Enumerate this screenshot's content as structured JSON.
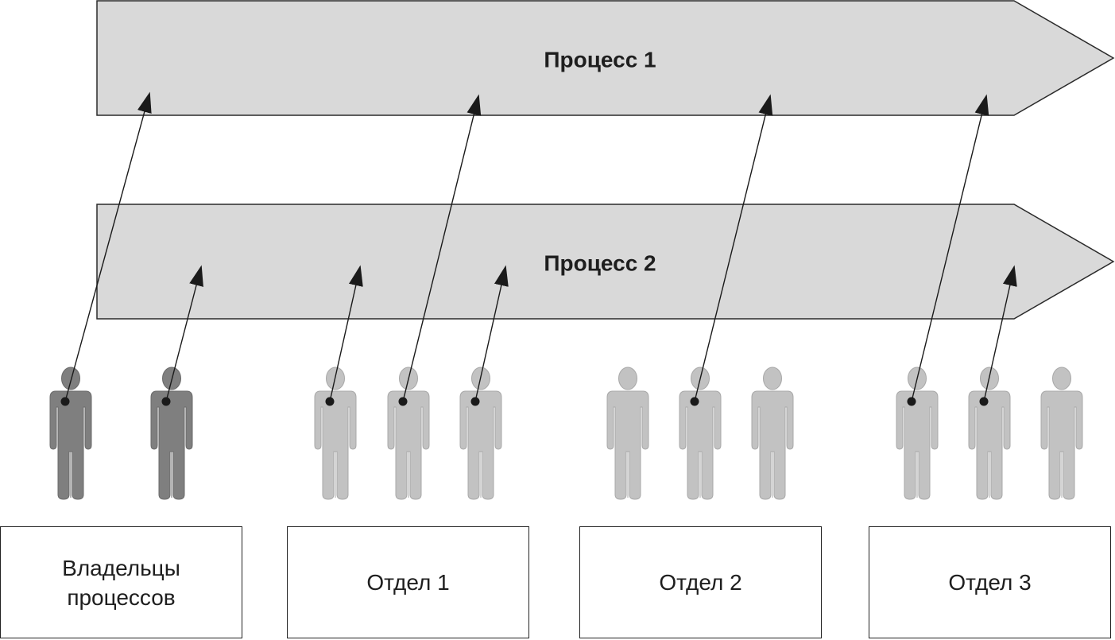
{
  "colors": {
    "process_fill": "#d9d9d9",
    "process_stroke": "#2a2a2a",
    "owner_figure": "#7f7f7f",
    "staff_figure": "#c2c2c2",
    "connector": "#1a1a1a"
  },
  "processes": [
    {
      "id": "process-1",
      "label": "Процесс 1"
    },
    {
      "id": "process-2",
      "label": "Процесс 2"
    }
  ],
  "departments": [
    {
      "id": "owners",
      "label": "Владельцы\nпроцессов",
      "people": [
        {
          "role": "owner",
          "linked_to": "process-1"
        },
        {
          "role": "owner",
          "linked_to": "process-2"
        }
      ]
    },
    {
      "id": "dept-1",
      "label": "Отдел 1",
      "people": [
        {
          "role": "staff",
          "linked_to": "process-2"
        },
        {
          "role": "staff",
          "linked_to": "process-1"
        },
        {
          "role": "staff",
          "linked_to": "process-2"
        }
      ]
    },
    {
      "id": "dept-2",
      "label": "Отдел 2",
      "people": [
        {
          "role": "staff",
          "linked_to": null
        },
        {
          "role": "staff",
          "linked_to": "process-1"
        },
        {
          "role": "staff",
          "linked_to": null
        }
      ]
    },
    {
      "id": "dept-3",
      "label": "Отдел 3",
      "people": [
        {
          "role": "staff",
          "linked_to": "process-1"
        },
        {
          "role": "staff",
          "linked_to": "process-2"
        },
        {
          "role": "staff",
          "linked_to": null
        }
      ]
    }
  ]
}
